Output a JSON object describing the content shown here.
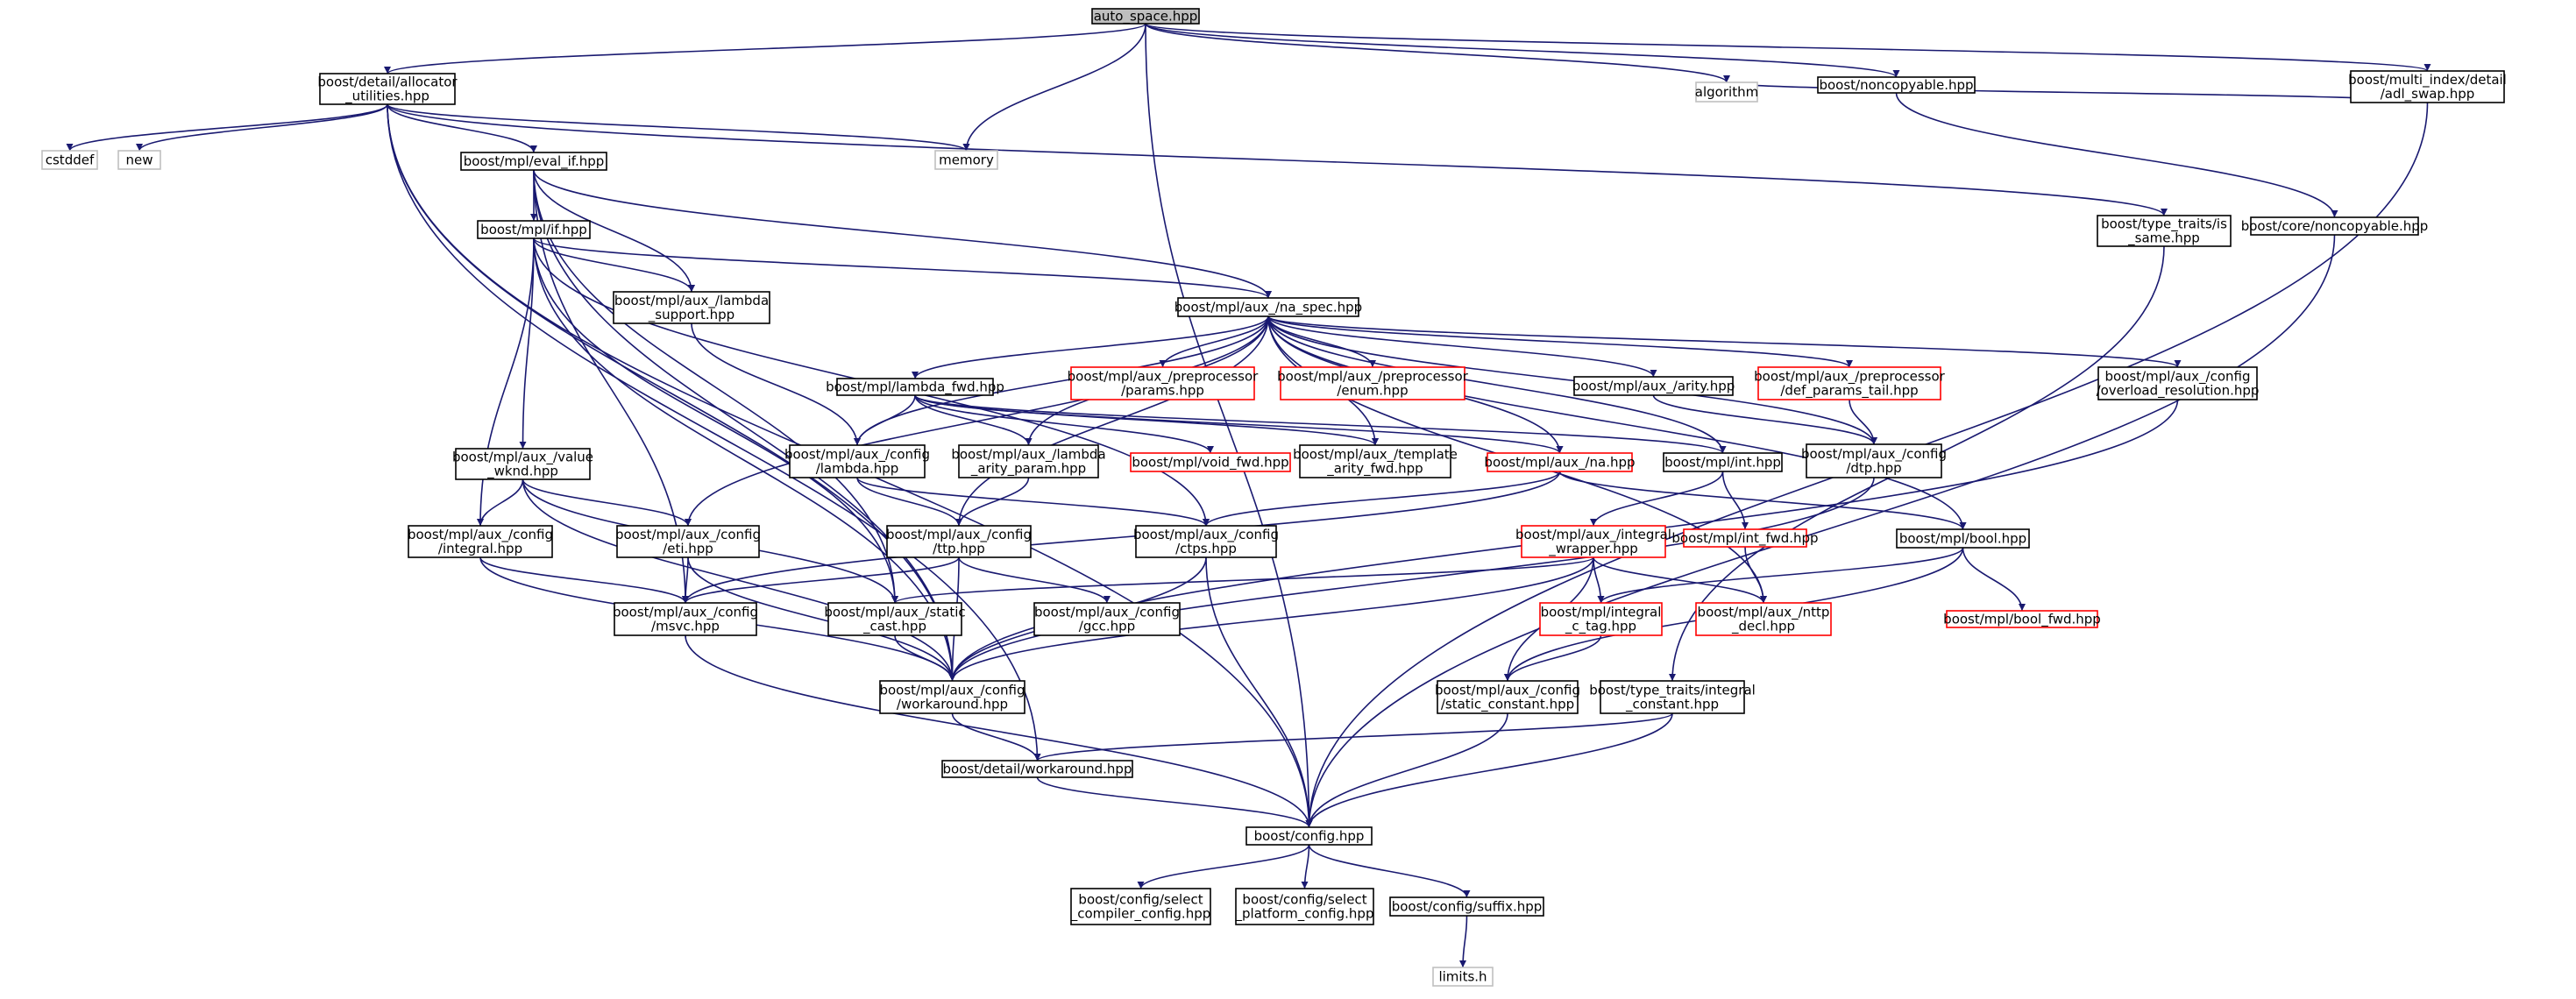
{
  "colors": {
    "edge": "#191970",
    "normal_border": "#000000",
    "normal_fill": "#ffffff",
    "root_fill": "#bfbfbf",
    "missing_border": "#ff0000",
    "system_border": "#bfbfbf",
    "system_text": "#000000"
  },
  "graph": {
    "nodes": [
      {
        "id": "auto_space",
        "label": [
          "auto_space.hpp"
        ],
        "kind": "root"
      },
      {
        "id": "allocator_utilities",
        "label": [
          "boost/detail/allocator",
          "_utilities.hpp"
        ],
        "kind": "normal"
      },
      {
        "id": "cstddef",
        "label": [
          "cstddef"
        ],
        "kind": "system"
      },
      {
        "id": "new",
        "label": [
          "new"
        ],
        "kind": "system"
      },
      {
        "id": "memory",
        "label": [
          "memory"
        ],
        "kind": "system"
      },
      {
        "id": "algorithm",
        "label": [
          "algorithm"
        ],
        "kind": "system"
      },
      {
        "id": "noncopyable",
        "label": [
          "boost/noncopyable.hpp"
        ],
        "kind": "normal"
      },
      {
        "id": "adl_swap",
        "label": [
          "boost/multi_index/detail",
          "/adl_swap.hpp"
        ],
        "kind": "normal"
      },
      {
        "id": "eval_if",
        "label": [
          "boost/mpl/eval_if.hpp"
        ],
        "kind": "normal"
      },
      {
        "id": "is_same",
        "label": [
          "boost/type_traits/is",
          "_same.hpp"
        ],
        "kind": "normal"
      },
      {
        "id": "core_noncopyable",
        "label": [
          "boost/core/noncopyable.hpp"
        ],
        "kind": "normal"
      },
      {
        "id": "if_hpp",
        "label": [
          "boost/mpl/if.hpp"
        ],
        "kind": "normal"
      },
      {
        "id": "lambda_support",
        "label": [
          "boost/mpl/aux_/lambda",
          "_support.hpp"
        ],
        "kind": "normal"
      },
      {
        "id": "na_spec",
        "label": [
          "boost/mpl/aux_/na_spec.hpp"
        ],
        "kind": "normal"
      },
      {
        "id": "lambda_fwd",
        "label": [
          "boost/mpl/lambda_fwd.hpp"
        ],
        "kind": "normal"
      },
      {
        "id": "pp_params",
        "label": [
          "boost/mpl/aux_/preprocessor",
          "/params.hpp"
        ],
        "kind": "missing"
      },
      {
        "id": "pp_enum",
        "label": [
          "boost/mpl/aux_/preprocessor",
          "/enum.hpp"
        ],
        "kind": "missing"
      },
      {
        "id": "arity",
        "label": [
          "boost/mpl/aux_/arity.hpp"
        ],
        "kind": "normal"
      },
      {
        "id": "def_params_tail",
        "label": [
          "boost/mpl/aux_/preprocessor",
          "/def_params_tail.hpp"
        ],
        "kind": "missing"
      },
      {
        "id": "overload_resolution",
        "label": [
          "boost/mpl/aux_/config",
          "/overload_resolution.hpp"
        ],
        "kind": "normal"
      },
      {
        "id": "value_wknd",
        "label": [
          "boost/mpl/aux_/value",
          "_wknd.hpp"
        ],
        "kind": "normal"
      },
      {
        "id": "config_lambda",
        "label": [
          "boost/mpl/aux_/config",
          "/lambda.hpp"
        ],
        "kind": "normal"
      },
      {
        "id": "lambda_arity_param",
        "label": [
          "boost/mpl/aux_/lambda",
          "_arity_param.hpp"
        ],
        "kind": "normal"
      },
      {
        "id": "void_fwd",
        "label": [
          "boost/mpl/void_fwd.hpp"
        ],
        "kind": "missing"
      },
      {
        "id": "template_arity_fwd",
        "label": [
          "boost/mpl/aux_/template",
          "_arity_fwd.hpp"
        ],
        "kind": "normal"
      },
      {
        "id": "na_hpp",
        "label": [
          "boost/mpl/aux_/na.hpp"
        ],
        "kind": "missing"
      },
      {
        "id": "int_hpp",
        "label": [
          "boost/mpl/int.hpp"
        ],
        "kind": "normal"
      },
      {
        "id": "dtp",
        "label": [
          "boost/mpl/aux_/config",
          "/dtp.hpp"
        ],
        "kind": "normal"
      },
      {
        "id": "config_integral",
        "label": [
          "boost/mpl/aux_/config",
          "/integral.hpp"
        ],
        "kind": "normal"
      },
      {
        "id": "eti",
        "label": [
          "boost/mpl/aux_/config",
          "/eti.hpp"
        ],
        "kind": "normal"
      },
      {
        "id": "ttp",
        "label": [
          "boost/mpl/aux_/config",
          "/ttp.hpp"
        ],
        "kind": "normal"
      },
      {
        "id": "ctps",
        "label": [
          "boost/mpl/aux_/config",
          "/ctps.hpp"
        ],
        "kind": "normal"
      },
      {
        "id": "int_fwd",
        "label": [
          "boost/mpl/int_fwd.hpp"
        ],
        "kind": "missing"
      },
      {
        "id": "integral_wrapper",
        "label": [
          "boost/mpl/aux_/integral",
          "_wrapper.hpp"
        ],
        "kind": "missing"
      },
      {
        "id": "bool_hpp",
        "label": [
          "boost/mpl/bool.hpp"
        ],
        "kind": "normal"
      },
      {
        "id": "msvc",
        "label": [
          "boost/mpl/aux_/config",
          "/msvc.hpp"
        ],
        "kind": "normal"
      },
      {
        "id": "static_cast",
        "label": [
          "boost/mpl/aux_/static",
          "_cast.hpp"
        ],
        "kind": "normal"
      },
      {
        "id": "gcc",
        "label": [
          "boost/mpl/aux_/config",
          "/gcc.hpp"
        ],
        "kind": "normal"
      },
      {
        "id": "integral_c_tag",
        "label": [
          "boost/mpl/integral",
          "_c_tag.hpp"
        ],
        "kind": "missing"
      },
      {
        "id": "nttp_decl",
        "label": [
          "boost/mpl/aux_/nttp",
          "_decl.hpp"
        ],
        "kind": "missing"
      },
      {
        "id": "bool_fwd",
        "label": [
          "boost/mpl/bool_fwd.hpp"
        ],
        "kind": "missing"
      },
      {
        "id": "workaround",
        "label": [
          "boost/mpl/aux_/config",
          "/workaround.hpp"
        ],
        "kind": "normal"
      },
      {
        "id": "static_constant",
        "label": [
          "boost/mpl/aux_/config",
          "/static_constant.hpp"
        ],
        "kind": "normal"
      },
      {
        "id": "integral_constant",
        "label": [
          "boost/type_traits/integral",
          "_constant.hpp"
        ],
        "kind": "normal"
      },
      {
        "id": "detail_workaround",
        "label": [
          "boost/detail/workaround.hpp"
        ],
        "kind": "normal"
      },
      {
        "id": "config",
        "label": [
          "boost/config.hpp"
        ],
        "kind": "normal"
      },
      {
        "id": "select_compiler",
        "label": [
          "boost/config/select",
          "_compiler_config.hpp"
        ],
        "kind": "normal"
      },
      {
        "id": "select_platform",
        "label": [
          "boost/config/select",
          "_platform_config.hpp"
        ],
        "kind": "normal"
      },
      {
        "id": "suffix",
        "label": [
          "boost/config/suffix.hpp"
        ],
        "kind": "normal"
      },
      {
        "id": "limits",
        "label": [
          "limits.h"
        ],
        "kind": "system"
      }
    ],
    "edges": [
      [
        "auto_space",
        "allocator_utilities"
      ],
      [
        "auto_space",
        "memory"
      ],
      [
        "auto_space",
        "noncopyable"
      ],
      [
        "auto_space",
        "adl_swap"
      ],
      [
        "auto_space",
        "algorithm"
      ],
      [
        "auto_space",
        "config"
      ],
      [
        "allocator_utilities",
        "cstddef"
      ],
      [
        "allocator_utilities",
        "new"
      ],
      [
        "allocator_utilities",
        "memory"
      ],
      [
        "allocator_utilities",
        "eval_if"
      ],
      [
        "allocator_utilities",
        "is_same"
      ],
      [
        "allocator_utilities",
        "workaround"
      ],
      [
        "allocator_utilities",
        "detail_workaround"
      ],
      [
        "allocator_utilities",
        "config"
      ],
      [
        "adl_swap",
        "algorithm"
      ],
      [
        "adl_swap",
        "config"
      ],
      [
        "noncopyable",
        "core_noncopyable"
      ],
      [
        "core_noncopyable",
        "config"
      ],
      [
        "eval_if",
        "if_hpp"
      ],
      [
        "eval_if",
        "lambda_support"
      ],
      [
        "eval_if",
        "na_spec"
      ],
      [
        "eval_if",
        "msvc"
      ],
      [
        "eval_if",
        "workaround"
      ],
      [
        "eval_if",
        "static_cast"
      ],
      [
        "if_hpp",
        "lambda_support"
      ],
      [
        "if_hpp",
        "na_spec"
      ],
      [
        "if_hpp",
        "value_wknd"
      ],
      [
        "if_hpp",
        "config_integral"
      ],
      [
        "if_hpp",
        "static_cast"
      ],
      [
        "if_hpp",
        "ctps"
      ],
      [
        "if_hpp",
        "workaround"
      ],
      [
        "lambda_support",
        "config_lambda"
      ],
      [
        "na_spec",
        "lambda_fwd"
      ],
      [
        "na_spec",
        "pp_params"
      ],
      [
        "na_spec",
        "pp_enum"
      ],
      [
        "na_spec",
        "arity"
      ],
      [
        "na_spec",
        "def_params_tail"
      ],
      [
        "na_spec",
        "overload_resolution"
      ],
      [
        "na_spec",
        "config_lambda"
      ],
      [
        "na_spec",
        "lambda_arity_param"
      ],
      [
        "na_spec",
        "template_arity_fwd"
      ],
      [
        "na_spec",
        "na_hpp"
      ],
      [
        "na_spec",
        "int_hpp"
      ],
      [
        "na_spec",
        "dtp"
      ],
      [
        "na_spec",
        "eti"
      ],
      [
        "na_spec",
        "ttp"
      ],
      [
        "na_spec",
        "bool_hpp"
      ],
      [
        "na_spec",
        "nttp_decl"
      ],
      [
        "lambda_fwd",
        "config_lambda"
      ],
      [
        "lambda_fwd",
        "lambda_arity_param"
      ],
      [
        "lambda_fwd",
        "void_fwd"
      ],
      [
        "lambda_fwd",
        "template_arity_fwd"
      ],
      [
        "lambda_fwd",
        "na_hpp"
      ],
      [
        "lambda_fwd",
        "int_hpp"
      ],
      [
        "arity",
        "dtp"
      ],
      [
        "def_params_tail",
        "dtp"
      ],
      [
        "overload_resolution",
        "workaround"
      ],
      [
        "dtp",
        "workaround"
      ],
      [
        "value_wknd",
        "config_integral"
      ],
      [
        "value_wknd",
        "eti"
      ],
      [
        "value_wknd",
        "workaround"
      ],
      [
        "value_wknd",
        "static_cast"
      ],
      [
        "config_lambda",
        "ttp"
      ],
      [
        "config_lambda",
        "ctps"
      ],
      [
        "lambda_arity_param",
        "ttp"
      ],
      [
        "na_hpp",
        "bool_hpp"
      ],
      [
        "na_hpp",
        "ctps"
      ],
      [
        "na_hpp",
        "msvc"
      ],
      [
        "int_hpp",
        "int_fwd"
      ],
      [
        "int_hpp",
        "integral_wrapper"
      ],
      [
        "int_fwd",
        "nttp_decl"
      ],
      [
        "config_integral",
        "msvc"
      ],
      [
        "config_integral",
        "workaround"
      ],
      [
        "eti",
        "msvc"
      ],
      [
        "eti",
        "workaround"
      ],
      [
        "ttp",
        "msvc"
      ],
      [
        "ttp",
        "gcc"
      ],
      [
        "ttp",
        "workaround"
      ],
      [
        "ctps",
        "workaround"
      ],
      [
        "ctps",
        "config"
      ],
      [
        "integral_wrapper",
        "integral_c_tag"
      ],
      [
        "integral_wrapper",
        "static_constant"
      ],
      [
        "integral_wrapper",
        "nttp_decl"
      ],
      [
        "integral_wrapper",
        "static_cast"
      ],
      [
        "integral_wrapper",
        "workaround"
      ],
      [
        "bool_hpp",
        "bool_fwd"
      ],
      [
        "bool_hpp",
        "integral_c_tag"
      ],
      [
        "bool_hpp",
        "static_constant"
      ],
      [
        "integral_c_tag",
        "static_constant"
      ],
      [
        "msvc",
        "config"
      ],
      [
        "static_cast",
        "workaround"
      ],
      [
        "workaround",
        "detail_workaround"
      ],
      [
        "is_same",
        "integral_constant"
      ],
      [
        "static_constant",
        "config"
      ],
      [
        "integral_constant",
        "detail_workaround"
      ],
      [
        "integral_constant",
        "config"
      ],
      [
        "detail_workaround",
        "config"
      ],
      [
        "config",
        "select_compiler"
      ],
      [
        "config",
        "select_platform"
      ],
      [
        "config",
        "suffix"
      ],
      [
        "suffix",
        "limits"
      ]
    ]
  }
}
